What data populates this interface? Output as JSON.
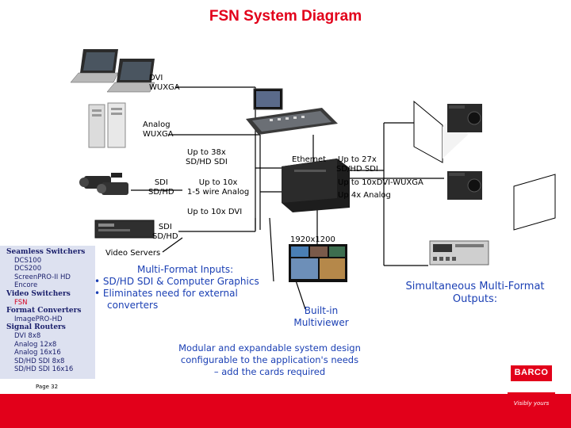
{
  "title": "FSN System Diagram",
  "labels": {
    "dvi": [
      "DVI",
      "WUXGA"
    ],
    "analog": [
      "Analog",
      "WUXGA"
    ],
    "sdi_cam": [
      "SDI",
      "SD/HD"
    ],
    "up_to_38x": [
      "Up to 38x",
      "SD/HD SDI"
    ],
    "up_to_10x": [
      "Up to 10x",
      "1-5 wire Analog"
    ],
    "up_to_10x_dvi": "Up to 10x DVI",
    "sdi_server": [
      "SDI",
      "SD/HD"
    ],
    "video_servers": "Video Servers",
    "ethernet": "Ethernet",
    "up_to_27x": [
      "Up to 27x",
      "SD/HD SDI"
    ],
    "up_to_10xdvi_wuxga": "Up to 10xDVI-WUXGA",
    "up_to_4x_analog": "Up 4x Analog",
    "res_1920": "1920x1200"
  },
  "inputs": {
    "heading": "Multi-Format Inputs:",
    "bullets": [
      "• SD/HD SDI & Computer Graphics",
      "• Eliminates need for external",
      "converters"
    ]
  },
  "builtin": [
    "Built-in",
    "Multiviewer"
  ],
  "outputs": [
    "Simultaneous Multi-Format",
    "Outputs:"
  ],
  "modular": [
    "Modular and expandable system design",
    "configurable to the application's needs",
    "– add the cards required"
  ],
  "sidebar": [
    {
      "text": "Seamless Switchers",
      "kind": "h"
    },
    {
      "text": "DCS100",
      "kind": "i"
    },
    {
      "text": "DCS200",
      "kind": "i"
    },
    {
      "text": "ScreenPRO-II HD",
      "kind": "i"
    },
    {
      "text": "Encore",
      "kind": "i"
    },
    {
      "text": "Video Switchers",
      "kind": "h"
    },
    {
      "text": "FSN",
      "kind": "red"
    },
    {
      "text": "Format Converters",
      "kind": "h"
    },
    {
      "text": "ImagePRO-HD",
      "kind": "i"
    },
    {
      "text": "Signal Routers",
      "kind": "h"
    },
    {
      "text": "DVI 8x8",
      "kind": "i"
    },
    {
      "text": "Analog 12x8",
      "kind": "i"
    },
    {
      "text": "Analog 16x16",
      "kind": "i"
    },
    {
      "text": "SD/HD SDI 8x8",
      "kind": "i"
    },
    {
      "text": "SD/HD SDI 16x16",
      "kind": "i"
    }
  ],
  "page": "Page 32",
  "logo": {
    "brand": "BARCO",
    "tagline": "Visibly yours"
  },
  "colors": {
    "brand_red": "#e2001a",
    "sidebar_bg": "#dde1f0",
    "sidebar_text": "#1a1f6b",
    "highlight_blue": "#1a3fb4"
  }
}
